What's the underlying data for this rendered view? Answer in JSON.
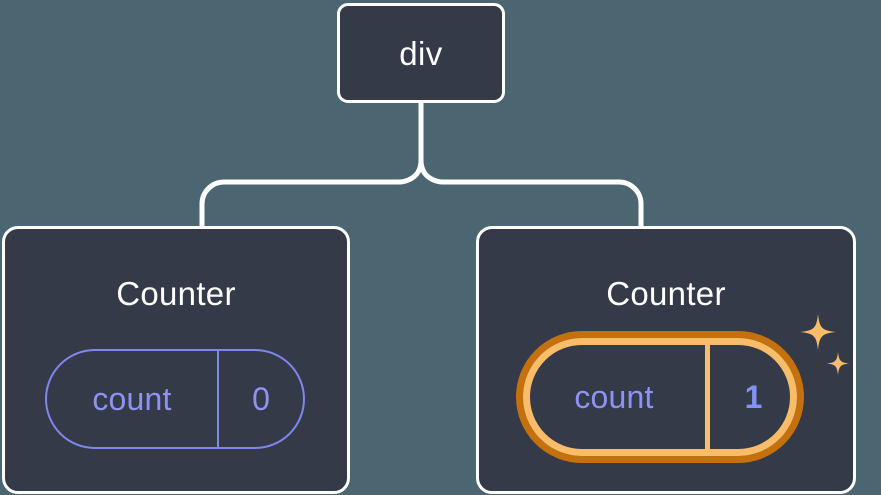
{
  "diagram": {
    "type": "component-tree",
    "background_color": "#4c6671",
    "node_fill": "#353a49",
    "node_border_color": "#ffffff",
    "connector_color": "#ffffff",
    "accent_purple": "#8d93f4",
    "accent_orange_outer": "#c4700d",
    "accent_orange_inner": "#f9bd6a",
    "root": {
      "label": "div"
    },
    "children": [
      {
        "title": "Counter",
        "state": {
          "name": "count",
          "value": "0",
          "highlighted": false
        }
      },
      {
        "title": "Counter",
        "state": {
          "name": "count",
          "value": "1",
          "highlighted": true
        },
        "decoration": "sparkles-icon"
      }
    ]
  }
}
